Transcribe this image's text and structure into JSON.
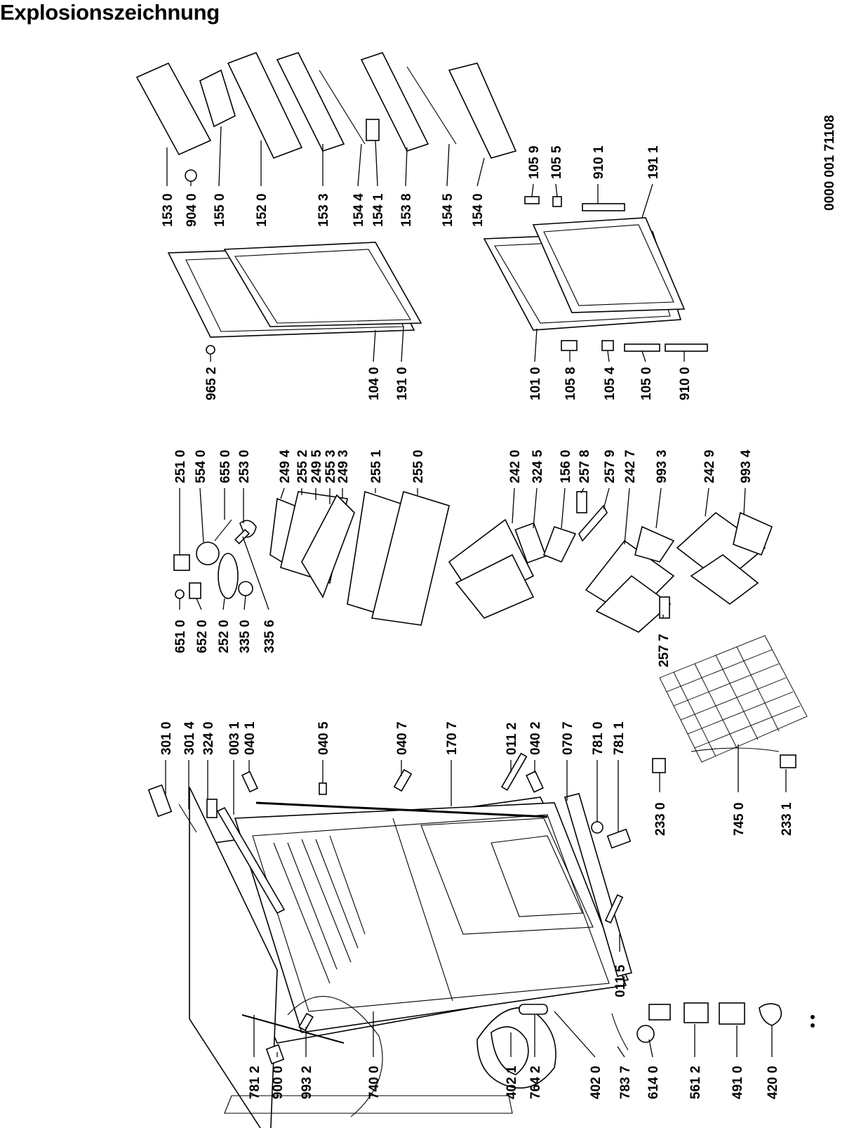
{
  "title": "Explosionszeichnung",
  "document_code": "0000 001  71108",
  "part_labels": {
    "p0": "781 2",
    "p1": "900 0",
    "p2": "993 2",
    "p3": "740 0",
    "p4": "402 1",
    "p5": "764 2",
    "p6": "402 0",
    "p7": "783 7",
    "p8": "614 0",
    "p9": "561 2",
    "p10": "491 0",
    "p11": "420 0",
    "p12": "301 0",
    "p13": "301 4",
    "p14": "324 0",
    "p15": "003 1",
    "p16": "040 1",
    "p17": "040 5",
    "p18": "040 7",
    "p19": "170 7",
    "p20": "011 2",
    "p21": "040 2",
    "p22": "070 7",
    "p23": "781 0",
    "p24": "781 1",
    "p25": "011 5",
    "p26": "233 0",
    "p27": "745 0",
    "p28": "233 1",
    "p29": "651 0",
    "p30": "652 0",
    "p31": "252 0",
    "p32": "335 0",
    "p33": "335 6",
    "p34": "251 0",
    "p35": "554 0",
    "p36": "655 0",
    "p37": "253 0",
    "p38": "249 4",
    "p39": "255 2",
    "p40": "249 5",
    "p41": "255 3",
    "p42": "249 3",
    "p43": "255 1",
    "p44": "255 0",
    "p45": "242 0",
    "p46": "324 5",
    "p47": "156 0",
    "p48": "257 8",
    "p49": "257 9",
    "p50": "242 7",
    "p51": "993 3",
    "p52": "242 9",
    "p53": "993 4",
    "p54": "257 7",
    "p55": "965 2",
    "p56": "104 0",
    "p57": "191 0",
    "p58": "101 0",
    "p59": "105 8",
    "p60": "105 4",
    "p61": "105 0",
    "p62": "910 0",
    "p63": "153 0",
    "p64": "904 0",
    "p65": "155 0",
    "p66": "152 0",
    "p67": "153 3",
    "p68": "154 4",
    "p69": "154 1",
    "p70": "153 8",
    "p71": "154 5",
    "p72": "154 0",
    "p73": "105 9",
    "p74": "105 5",
    "p75": "910 1",
    "p76": "191 1"
  }
}
